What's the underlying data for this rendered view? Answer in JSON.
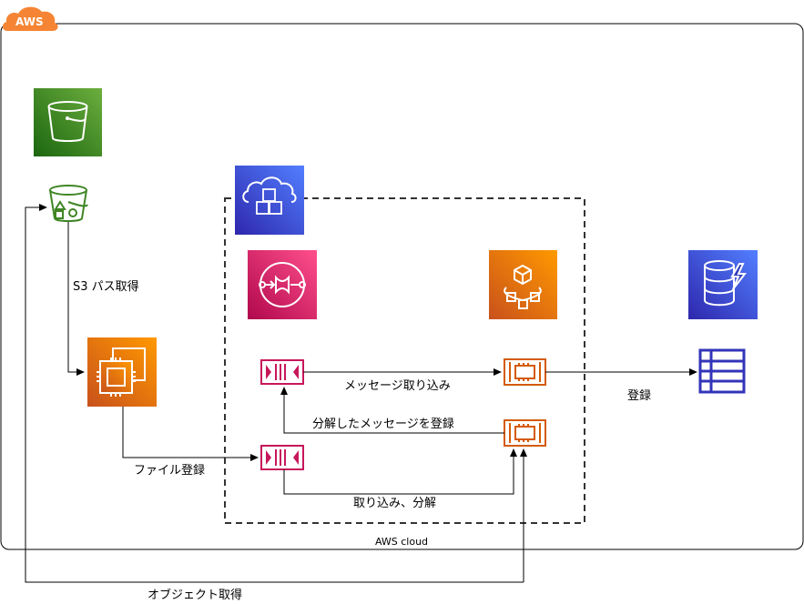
{
  "cloud": {
    "badge": "AWS",
    "caption": "AWS cloud"
  },
  "icons": {
    "s3": "s3-bucket-service-icon",
    "s3_bucket": "s3-bucket-resource-icon",
    "ec2": "ec2-instance-icon",
    "group": "serverless-cloud-group-icon",
    "sqs": "sqs-service-icon",
    "lambda": "lambda-service-icon",
    "dynamodb": "dynamodb-service-icon",
    "table": "dynamodb-table-icon"
  },
  "edges": {
    "s3_path": "S3 パス取得",
    "file_register": "ファイル登録",
    "ingest_split": "取り込み、分解",
    "message_ingest": "メッセージ取り込み",
    "split_message_register": "分解したメッセージを登録",
    "register": "登録",
    "object_fetch": "オブジェクト取得"
  },
  "colors": {
    "s3_green": "#3F8624",
    "compute_orange": "#D45B07",
    "integration_pink": "#C7175B",
    "database_blue": "#2E3BB8",
    "group_blue": "#3334B9",
    "aws_badge": "#F58534",
    "line": "#000000"
  }
}
